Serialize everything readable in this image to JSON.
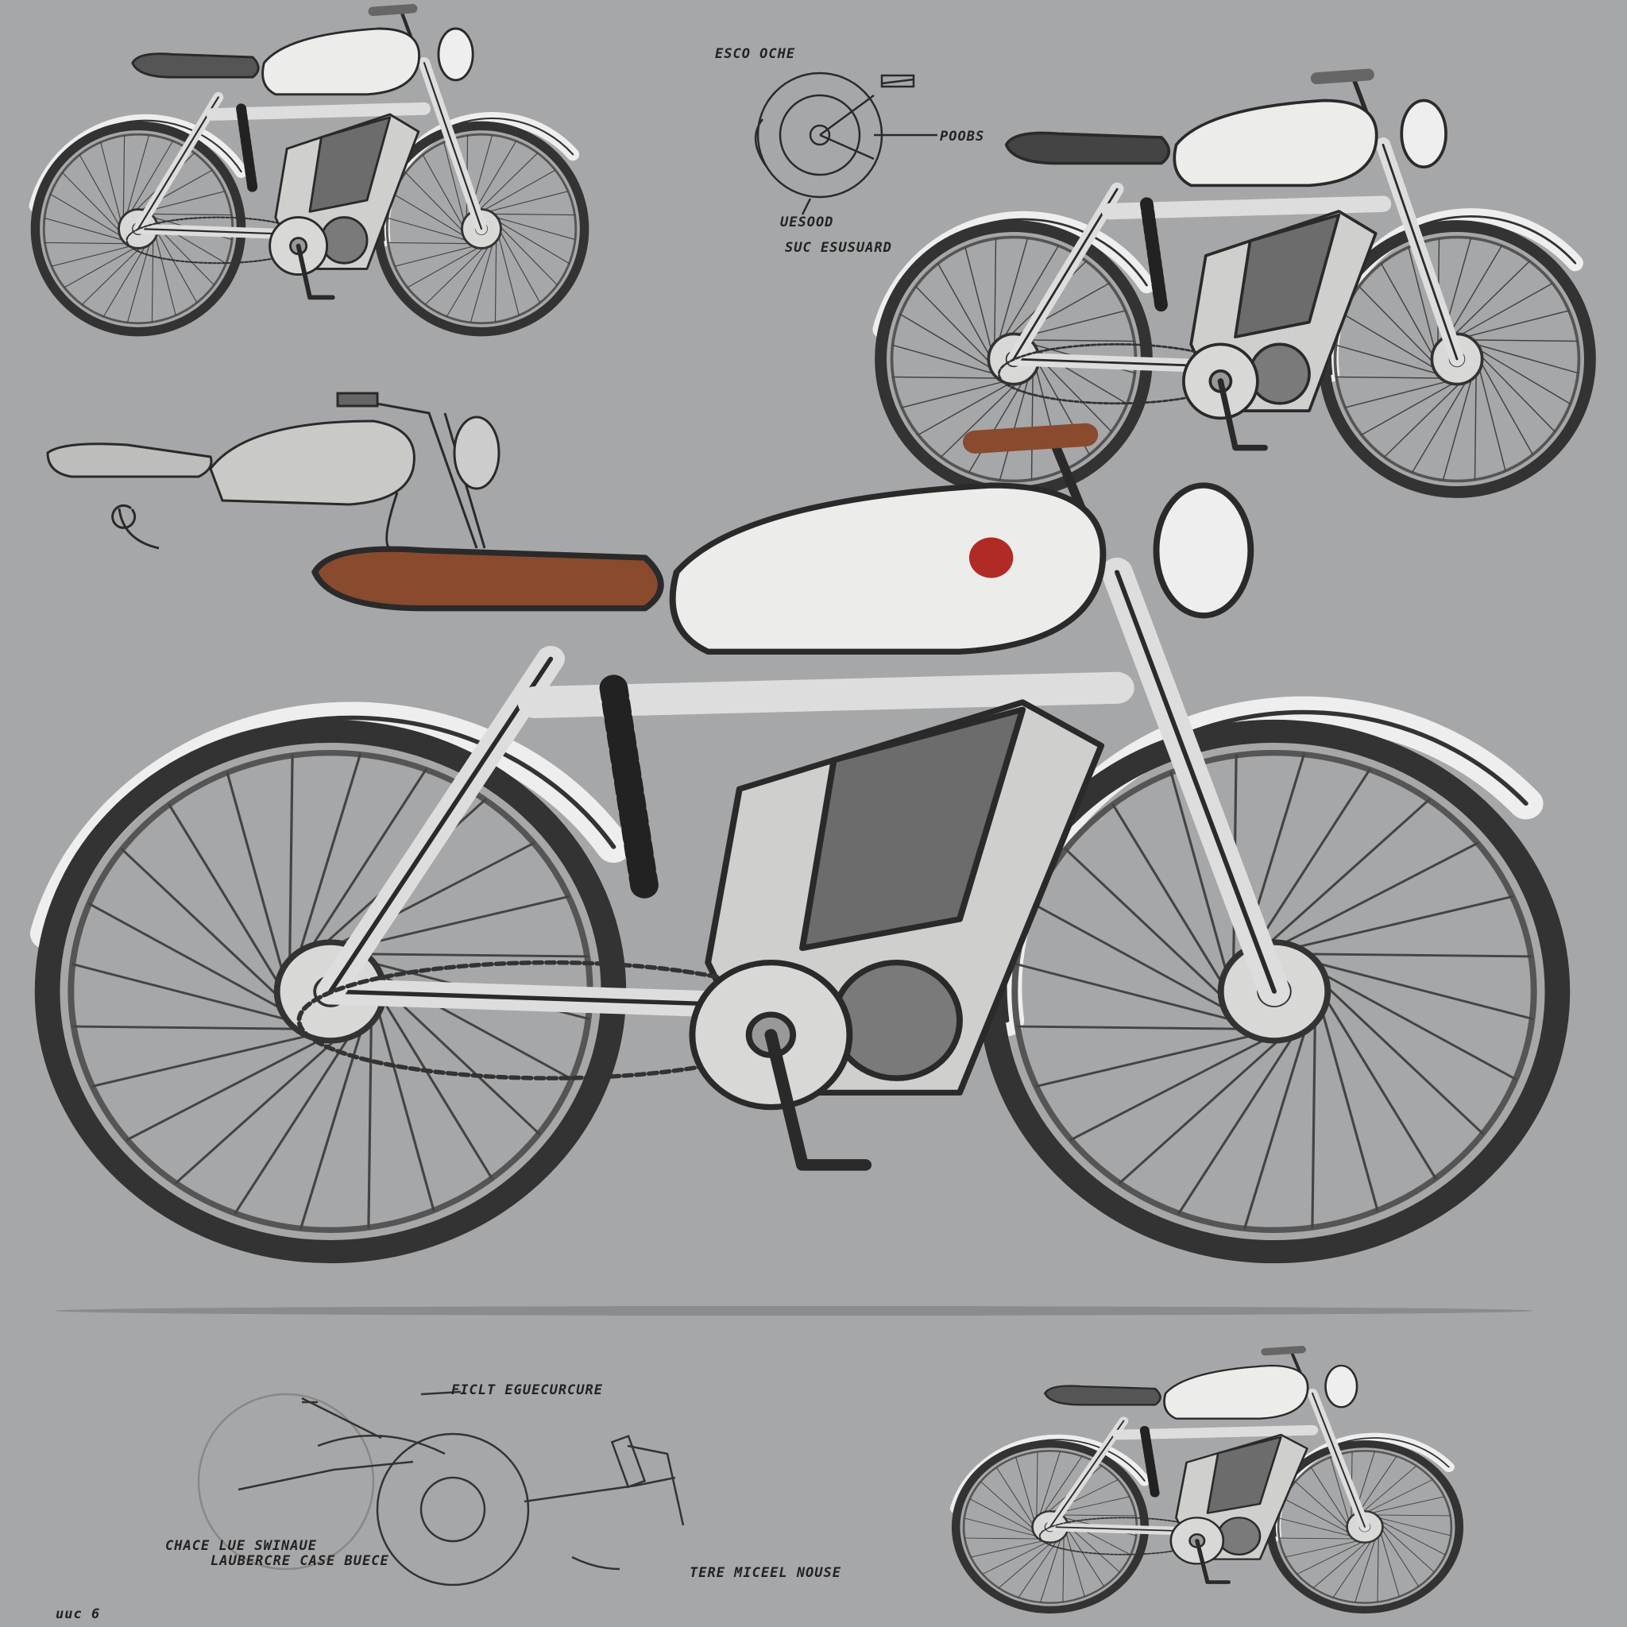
{
  "annotations": {
    "gear_title": "ESCO OCHE",
    "gear_label_right": "POOBS",
    "gear_label_bottom_1": "UESOOD",
    "gear_label_bottom_2": "SUC ESUSUARD",
    "drive_label_top": "FICLT EGUECURCURE",
    "drive_label_left_1": "CHACE LUE SWINAUE",
    "drive_label_left_2": "LAUBERCRE CASE BUECE",
    "drive_label_right": "TERE MICEEL NOUSE",
    "corner_mark": "uuc 6"
  },
  "colors": {
    "background": "#a6a7a9",
    "seat": "#8a4a2e",
    "tank": "#ececea",
    "logo": "#b02a26",
    "line": "#2a2a2a"
  }
}
